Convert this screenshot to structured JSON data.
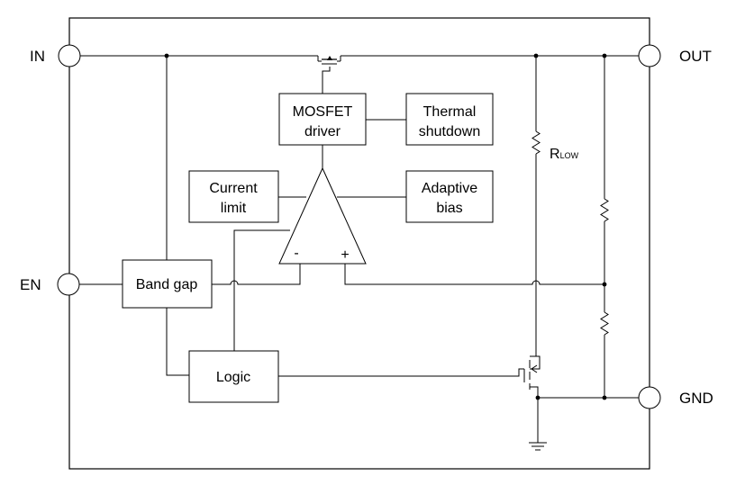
{
  "pins": {
    "in": "IN",
    "out": "OUT",
    "en": "EN",
    "gnd": "GND"
  },
  "blocks": {
    "mosfet_driver": [
      "MOSFET",
      "driver"
    ],
    "thermal_shutdown": [
      "Thermal",
      "shutdown"
    ],
    "current_limit": [
      "Current",
      "limit"
    ],
    "adaptive_bias": [
      "Adaptive",
      "bias"
    ],
    "band_gap": "Band gap",
    "logic": "Logic"
  },
  "amplifier": {
    "minus": "-",
    "plus": "+"
  },
  "resistor": {
    "main": "R",
    "sub": "LOW"
  }
}
